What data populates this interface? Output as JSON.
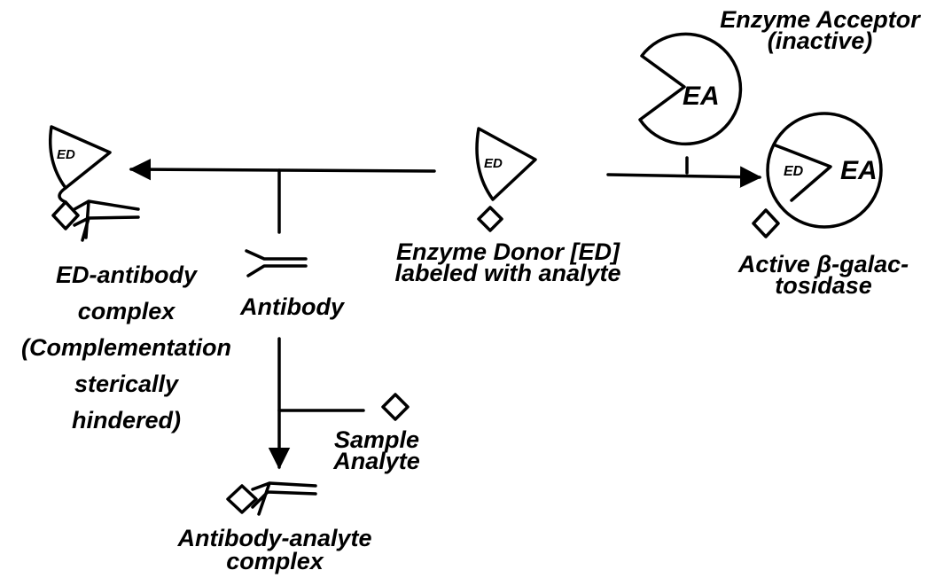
{
  "labels": {
    "enzyme_acceptor_line1": "Enzyme Acceptor",
    "enzyme_acceptor_line2": "(inactive)",
    "ed_antibody_line1": "ED-antibody",
    "ed_antibody_line2": "complex",
    "ed_antibody_line3": "(Complementation",
    "ed_antibody_line4": "sterically",
    "ed_antibody_line5": "hindered)",
    "antibody": "Antibody",
    "enzyme_donor_line1": "Enzyme Donor [ED]",
    "enzyme_donor_line2": "labeled with analyte",
    "active_line1": "Active β-galac-",
    "active_line2": "tosidase",
    "sample_line1": "Sample",
    "sample_line2": "Analyte",
    "ab_analyte_line1": "Antibody-analyte",
    "ab_analyte_line2": "complex"
  },
  "glyphs": {
    "ed": "ED",
    "ea": "EA"
  }
}
